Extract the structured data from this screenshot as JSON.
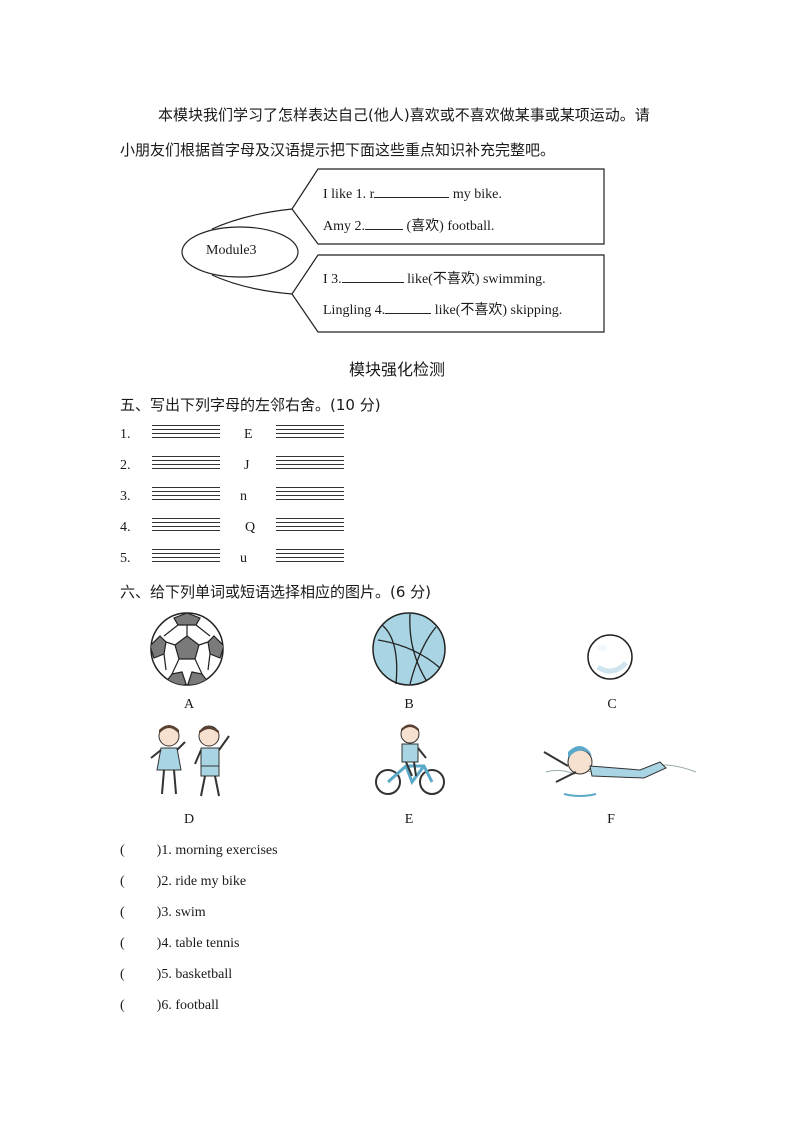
{
  "intro": {
    "line1": "本模块我们学习了怎样表达自己(他人)喜欢或不喜欢做某事或某项运动。请",
    "line2": "小朋友们根据首字母及汉语提示把下面这些重点知识补充完整吧。"
  },
  "mindmap": {
    "center": "Module3",
    "items": [
      {
        "pre": "I like  1. r",
        "post": " my bike."
      },
      {
        "pre": "Amy  2.",
        "post": " (喜欢) football."
      },
      {
        "pre": "I 3.",
        "post": " like(不喜欢) swimming."
      },
      {
        "pre": "Lingling   4.",
        "post": " like(不喜欢) skipping."
      }
    ]
  },
  "section_title": "模块强化检测",
  "q5": {
    "title": "五、写出下列字母的左邻右舍。(10 分)",
    "rows": [
      {
        "num": "1.",
        "letter": "E"
      },
      {
        "num": "2.",
        "letter": "J"
      },
      {
        "num": "3.",
        "letter": "n"
      },
      {
        "num": "4.",
        "letter": "Q"
      },
      {
        "num": "5.",
        "letter": "u"
      }
    ]
  },
  "q6": {
    "title": "六、给下列单词或短语选择相应的图片。(6 分)",
    "pictures": [
      {
        "label": "A",
        "icon": "football-icon"
      },
      {
        "label": "B",
        "icon": "basketball-icon"
      },
      {
        "label": "C",
        "icon": "table-tennis-ball-icon"
      },
      {
        "label": "D",
        "icon": "morning-exercises-icon"
      },
      {
        "label": "E",
        "icon": "ride-bike-icon"
      },
      {
        "label": "F",
        "icon": "swim-icon"
      }
    ],
    "items": [
      {
        "open": "(",
        "close": ")1. morning   exercises"
      },
      {
        "open": "(",
        "close": ")2. ride my bike"
      },
      {
        "open": "(",
        "close": ")3. swim"
      },
      {
        "open": "(",
        "close": ")4. table  tennis"
      },
      {
        "open": "(",
        "close": ")5. basketball"
      },
      {
        "open": "(",
        "close": ")6. football"
      }
    ]
  }
}
